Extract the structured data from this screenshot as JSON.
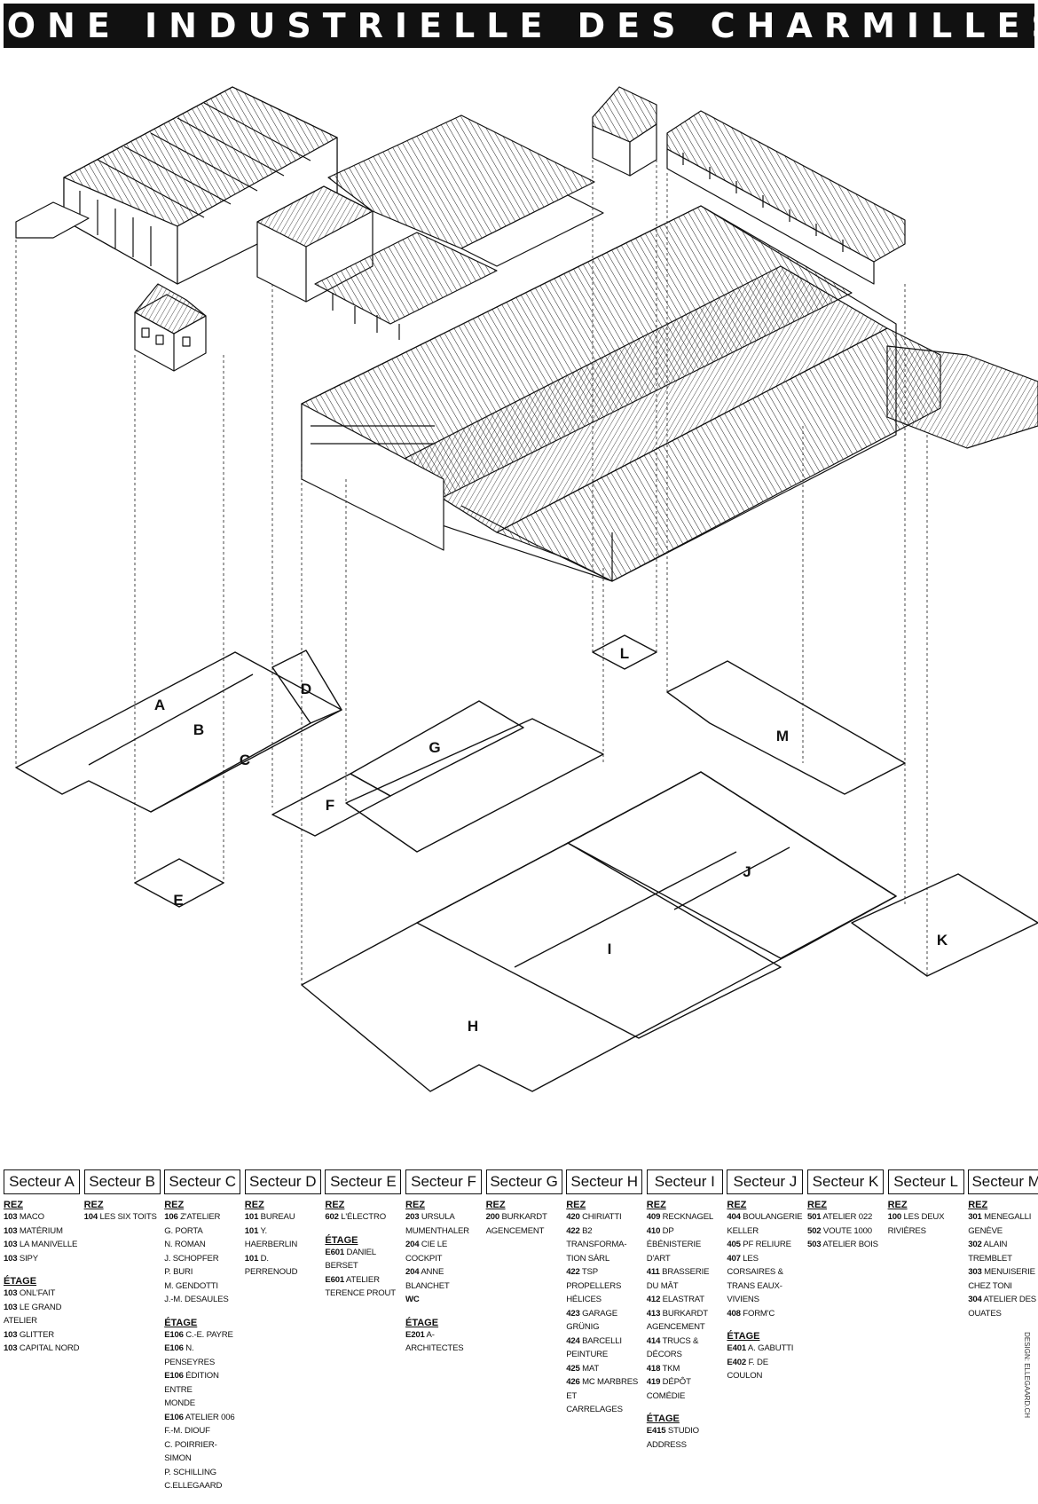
{
  "title": "ZONE INDUSTRIELLE DES CHARMILLES",
  "zone_labels": [
    "A",
    "B",
    "C",
    "D",
    "E",
    "F",
    "G",
    "H",
    "I",
    "J",
    "K",
    "L",
    "M"
  ],
  "credit": "DESIGN: ELLEGAARD.CH",
  "legend": [
    {
      "sector": "Secteur A",
      "groups": [
        {
          "label": "REZ",
          "items": [
            {
              "n": "103",
              "t": "MACO"
            },
            {
              "n": "103",
              "t": "MATÉRIUM"
            },
            {
              "n": "103",
              "t": "LA MANIVELLE"
            },
            {
              "n": "103",
              "t": "SIPY"
            }
          ]
        },
        {
          "label": "ÉTAGE",
          "items": [
            {
              "n": "103",
              "t": "ONL'FAIT"
            },
            {
              "n": "103",
              "t": "LE GRAND ATELIER"
            },
            {
              "n": "103",
              "t": "GLITTER"
            },
            {
              "n": "103",
              "t": "CAPITAL NORD"
            }
          ]
        }
      ]
    },
    {
      "sector": "Secteur B",
      "groups": [
        {
          "label": "REZ",
          "items": [
            {
              "n": "104",
              "t": "LES SIX TOITS"
            }
          ]
        }
      ]
    },
    {
      "sector": "Secteur C",
      "groups": [
        {
          "label": "REZ",
          "items": [
            {
              "n": "106",
              "t": "Z'ATELIER\nG. PORTA\nN. ROMAN\nJ. SCHOPFER\nP. BURI\nM. GENDOTTI\nJ.-M. DESAULES"
            }
          ]
        },
        {
          "label": "ÉTAGE",
          "items": [
            {
              "n": "E106",
              "t": "C.-E. PAYRE"
            },
            {
              "n": "E106",
              "t": "N. PENSEYRES"
            },
            {
              "n": "E106",
              "t": "ÉDITION ENTRE\nMONDE"
            },
            {
              "n": "E106",
              "t": "ATELIER 006\nF.-M. DIOUF\nC. POIRRIER-SIMON\nP. SCHILLING\nC.ELLEGAARD"
            }
          ]
        }
      ]
    },
    {
      "sector": "Secteur D",
      "groups": [
        {
          "label": "REZ",
          "items": [
            {
              "n": "101",
              "t": "BUREAU"
            },
            {
              "n": "101",
              "t": "Y. HAERBERLIN"
            },
            {
              "n": "101",
              "t": "D. PERRENOUD"
            }
          ]
        }
      ]
    },
    {
      "sector": "Secteur E",
      "groups": [
        {
          "label": "REZ",
          "items": [
            {
              "n": "602",
              "t": "L'ÉLECTRO"
            }
          ]
        },
        {
          "label": "ÉTAGE",
          "items": [
            {
              "n": "E601",
              "t": "DANIEL BERSET"
            },
            {
              "n": "E601",
              "t": "ATELIER\nTERENCE PROUT"
            }
          ]
        }
      ]
    },
    {
      "sector": "Secteur F",
      "groups": [
        {
          "label": "REZ",
          "items": [
            {
              "n": "203",
              "t": "URSULA\nMUMENTHALER"
            },
            {
              "n": "204",
              "t": "CIE LE COCKPIT"
            },
            {
              "n": "204",
              "t": "ANNE BLANCHET"
            },
            {
              "n": "WC",
              "t": ""
            }
          ]
        },
        {
          "label": "ÉTAGE",
          "items": [
            {
              "n": "E201",
              "t": "A-ARCHITECTES"
            }
          ]
        }
      ]
    },
    {
      "sector": "Secteur G",
      "groups": [
        {
          "label": "REZ",
          "items": [
            {
              "n": "200",
              "t": "BURKARDT\nAGENCEMENT"
            }
          ]
        }
      ]
    },
    {
      "sector": "Secteur H",
      "groups": [
        {
          "label": "REZ",
          "items": [
            {
              "n": "420",
              "t": "CHIRIATTI"
            },
            {
              "n": "422",
              "t": "B2 TRANSFORMA-\nTION SÀRL"
            },
            {
              "n": "422",
              "t": "TSP PROPELLERS\nHÉLICES"
            },
            {
              "n": "423",
              "t": "GARAGE GRÜNIG"
            },
            {
              "n": "424",
              "t": "BARCELLI\nPEINTURE"
            },
            {
              "n": "425",
              "t": "MAT"
            },
            {
              "n": "426",
              "t": "MC MARBRES ET\nCARRELAGES"
            }
          ]
        }
      ]
    },
    {
      "sector": "Secteur I",
      "groups": [
        {
          "label": "REZ",
          "items": [
            {
              "n": "409",
              "t": "RECKNAGEL"
            },
            {
              "n": "410",
              "t": "DP ÉBÉNISTERIE\nD'ART"
            },
            {
              "n": "411",
              "t": "BRASSERIE DU MÂT"
            },
            {
              "n": "412",
              "t": "ELASTRAT"
            },
            {
              "n": "413",
              "t": "BURKARDT\nAGENCEMENT"
            },
            {
              "n": "414",
              "t": "TRUCS & DÉCORS"
            },
            {
              "n": "418",
              "t": "TKM"
            },
            {
              "n": "419",
              "t": "DÉPÔT COMÉDIE"
            }
          ]
        },
        {
          "label": "ÉTAGE",
          "items": [
            {
              "n": "E415",
              "t": "STUDIO ADDRESS"
            }
          ]
        }
      ]
    },
    {
      "sector": "Secteur J",
      "groups": [
        {
          "label": "REZ",
          "items": [
            {
              "n": "404",
              "t": "BOULANGERIE\nKELLER"
            },
            {
              "n": "405",
              "t": "PF RELIURE"
            },
            {
              "n": "407",
              "t": "LES CORSAIRES &\nTRANS EAUX-VIVIENS"
            },
            {
              "n": "408",
              "t": "FORM'C"
            }
          ]
        },
        {
          "label": "ÉTAGE",
          "items": [
            {
              "n": "E401",
              "t": "A. GABUTTI"
            },
            {
              "n": "E402",
              "t": "F. DE COULON"
            }
          ]
        }
      ]
    },
    {
      "sector": "Secteur K",
      "groups": [
        {
          "label": "REZ",
          "items": [
            {
              "n": "501",
              "t": "ATELIER 022"
            },
            {
              "n": "502",
              "t": "VOUTE 1000"
            },
            {
              "n": "503",
              "t": "ATELIER BOIS"
            }
          ]
        }
      ]
    },
    {
      "sector": "Secteur L",
      "groups": [
        {
          "label": "REZ",
          "items": [
            {
              "n": "100",
              "t": "LES DEUX\nRIVIÈRES"
            }
          ]
        }
      ]
    },
    {
      "sector": "Secteur M",
      "groups": [
        {
          "label": "REZ",
          "items": [
            {
              "n": "301",
              "t": "MENEGALLI\nGENÈVE"
            },
            {
              "n": "302",
              "t": "ALAIN TREMBLET"
            },
            {
              "n": "303",
              "t": "MENUISERIE\nCHEZ TONI"
            },
            {
              "n": "304",
              "t": "ATELIER DES\nOUATES"
            }
          ]
        }
      ]
    }
  ]
}
